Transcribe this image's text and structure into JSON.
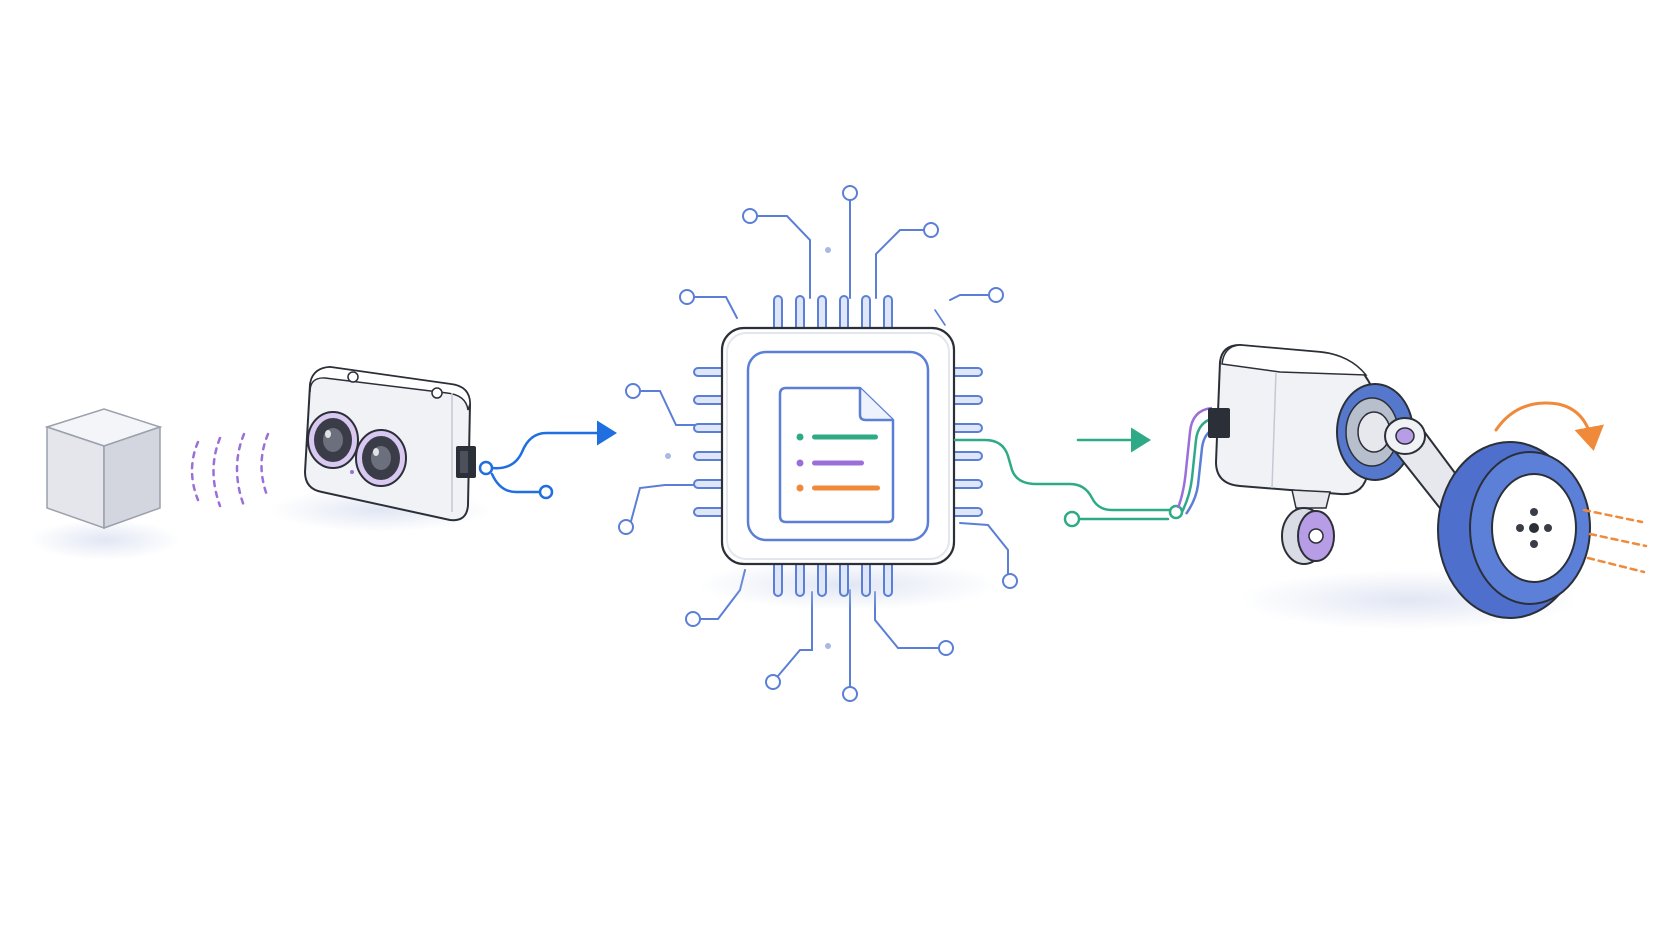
{
  "colors": {
    "background": "#ffffff",
    "outline": "#2b2f38",
    "circuit_blue": "#5b7fd6",
    "signal_blue": "#1f6fe0",
    "signal_green": "#2faa86",
    "sonar_purple": "#9b6fd9",
    "motion_orange": "#f08a3a",
    "wheel_blue": "#5577cc",
    "body_light": "#f1f2f6",
    "body_shadow": "#d8dbe3"
  },
  "nodes": [
    {
      "id": "object",
      "icon": "cube-icon"
    },
    {
      "id": "sensor",
      "icon": "ultrasonic-sensor-icon"
    },
    {
      "id": "controller",
      "icon": "microchip-icon",
      "inner_icon": "document-icon"
    },
    {
      "id": "actuator",
      "icon": "servo-motor-wheel-icon"
    }
  ],
  "edges": [
    {
      "from": "object",
      "to": "sensor",
      "style": "sonar-waves",
      "color": "sonar_purple"
    },
    {
      "from": "sensor",
      "to": "controller",
      "style": "arrow",
      "color": "signal_blue"
    },
    {
      "from": "controller",
      "to": "actuator",
      "style": "arrow",
      "color": "signal_green"
    }
  ],
  "document_lines": [
    {
      "color": "#2faa86"
    },
    {
      "color": "#9b6fd9"
    },
    {
      "color": "#f08a3a"
    }
  ]
}
